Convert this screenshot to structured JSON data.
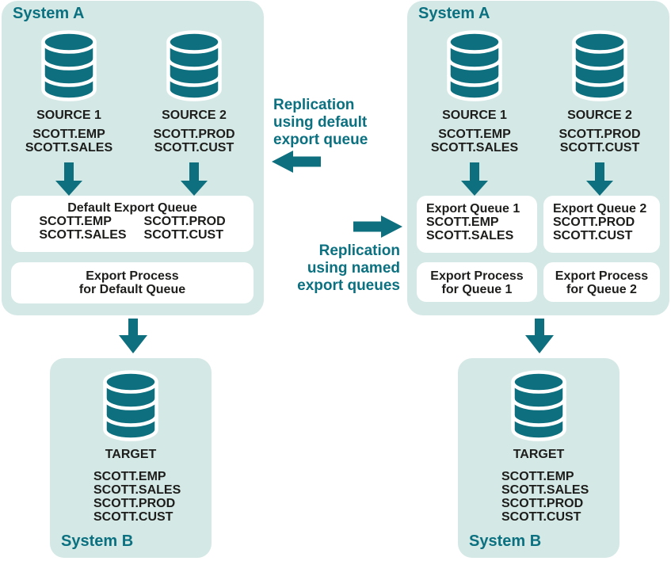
{
  "colors": {
    "teal": "#0E6F7E",
    "teal_text": "#0B7180",
    "panel_bg": "#D4E8E5",
    "box_bg": "#FFFFFF",
    "text_dark": "#1D1D1B"
  },
  "left_system_a": {
    "title": "System A",
    "source1": {
      "name": "SOURCE 1",
      "table1": "SCOTT.EMP",
      "table2": "SCOTT.SALES"
    },
    "source2": {
      "name": "SOURCE 2",
      "table1": "SCOTT.PROD",
      "table2": "SCOTT.CUST"
    },
    "queue_box": {
      "title": "Default Export Queue",
      "col1_line1": "SCOTT.EMP",
      "col1_line2": "SCOTT.SALES",
      "col2_line1": "SCOTT.PROD",
      "col2_line2": "SCOTT.CUST"
    },
    "process_box": {
      "line1": "Export Process",
      "line2": "for Default Queue"
    }
  },
  "right_system_a": {
    "title": "System A",
    "source1": {
      "name": "SOURCE 1",
      "table1": "SCOTT.EMP",
      "table2": "SCOTT.SALES"
    },
    "source2": {
      "name": "SOURCE 2",
      "table1": "SCOTT.PROD",
      "table2": "SCOTT.CUST"
    },
    "queue_box1": {
      "title": "Export Queue 1",
      "line1": "SCOTT.EMP",
      "line2": "SCOTT.SALES"
    },
    "queue_box2": {
      "title": "Export Queue 2",
      "line1": "SCOTT.PROD",
      "line2": "SCOTT.CUST"
    },
    "process_box1": {
      "line1": "Export Process",
      "line2": "for Queue 1"
    },
    "process_box2": {
      "line1": "Export Process",
      "line2": "for Queue 2"
    }
  },
  "left_system_b": {
    "title": "System B",
    "target": "TARGET",
    "tables": [
      "SCOTT.EMP",
      "SCOTT.SALES",
      "SCOTT.PROD",
      "SCOTT.CUST"
    ]
  },
  "right_system_b": {
    "title": "System B",
    "target": "TARGET",
    "tables": [
      "SCOTT.EMP",
      "SCOTT.SALES",
      "SCOTT.PROD",
      "SCOTT.CUST"
    ]
  },
  "middle": {
    "default_label": {
      "line1": "Replication",
      "line2": "using default",
      "line3": "export queue"
    },
    "named_label": {
      "line1": "Replication",
      "line2": "using named",
      "line3": "export queues"
    }
  }
}
